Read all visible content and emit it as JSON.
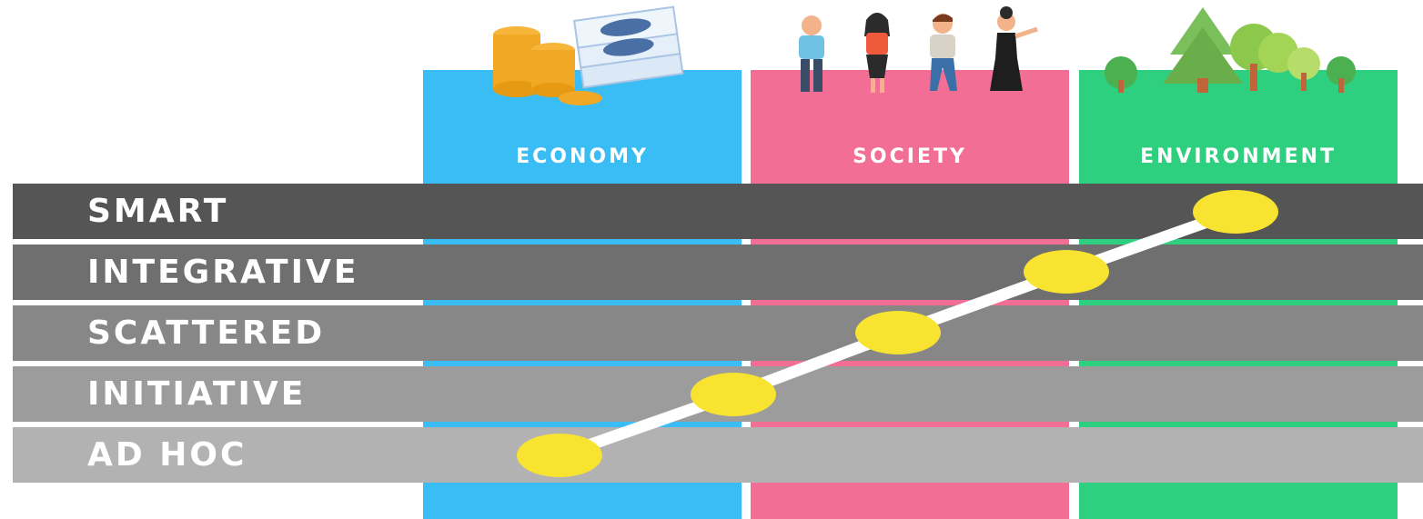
{
  "pillars": [
    {
      "label": "ECONOMY",
      "color": "#39bdf4",
      "icon": "money-icon"
    },
    {
      "label": "SOCIETY",
      "color": "#f26e95",
      "icon": "people-icon"
    },
    {
      "label": "ENVIRONMENT",
      "color": "#2fcf80",
      "icon": "trees-icon"
    }
  ],
  "levels": [
    {
      "label": "SMART",
      "color": "#555555"
    },
    {
      "label": "INTEGRATIVE",
      "color": "#6f6f6f"
    },
    {
      "label": "SCATTERED",
      "color": "#878787"
    },
    {
      "label": "INITIATIVE",
      "color": "#9c9c9c"
    },
    {
      "label": "AD HOC",
      "color": "#b2b2b2"
    }
  ],
  "path": {
    "marker_color": "#f7e330",
    "line_color": "#ffffff"
  }
}
